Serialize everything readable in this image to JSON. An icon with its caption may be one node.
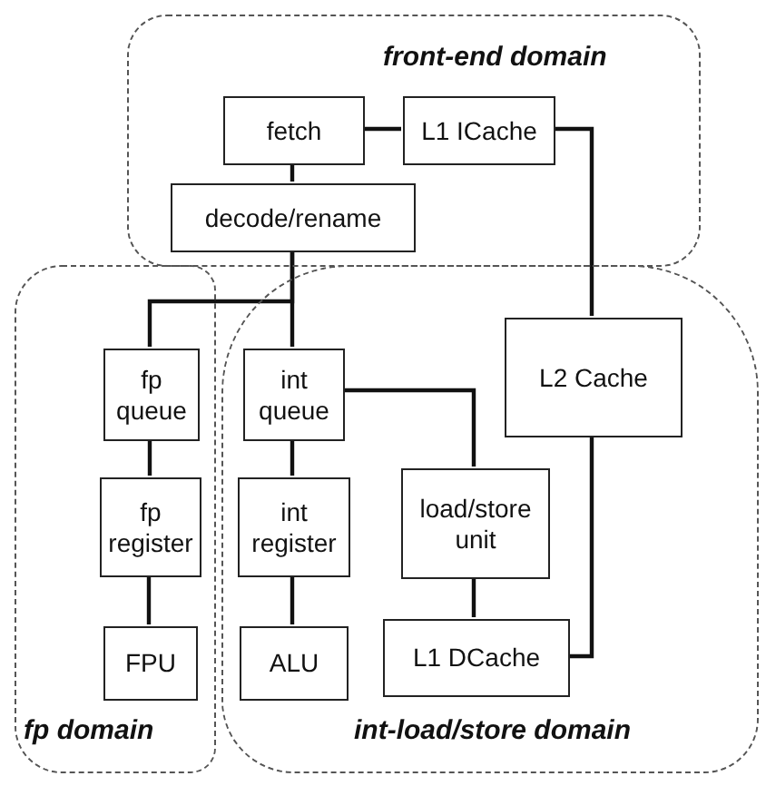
{
  "diagram": {
    "nodes": [
      {
        "text": [
          "front-end domain"
        ]
      },
      {
        "text": [
          "fetch"
        ],
        "in": 0
      },
      {
        "text": [
          "L1 ICache"
        ],
        "in": 0
      },
      {
        "text": [
          "decode/rename"
        ],
        "in": 0
      },
      {
        "text": [
          "fp domain"
        ]
      },
      {
        "text": [
          "fp queue"
        ],
        "in": 4
      },
      {
        "text": [
          "fp register"
        ],
        "in": 4
      },
      {
        "text": [
          "FPU"
        ],
        "in": 4
      },
      {
        "text": [
          "int-load/store domain"
        ]
      },
      {
        "text": [
          "int queue"
        ],
        "in": 8
      },
      {
        "text": [
          "int register"
        ],
        "in": 8
      },
      {
        "text": [
          "ALU"
        ],
        "in": 8
      },
      {
        "text": [
          "L2 Cache"
        ],
        "in": 8
      },
      {
        "text": [
          "load/store unit"
        ],
        "in": 8
      },
      {
        "text": [
          "L1 DCache"
        ],
        "in": 8
      }
    ],
    "edges": [
      {
        "from": 1,
        "to": 2,
        "arrow": "none"
      },
      {
        "from": 1,
        "to": 3,
        "arrow": "none"
      },
      {
        "from": 2,
        "to": 12,
        "arrow": "none"
      },
      {
        "from": 3,
        "to": 5,
        "arrow": "none"
      },
      {
        "from": 3,
        "to": 9,
        "arrow": "none"
      },
      {
        "from": 5,
        "to": 6,
        "arrow": "none"
      },
      {
        "from": 6,
        "to": 7,
        "arrow": "none"
      },
      {
        "from": 9,
        "to": 10,
        "arrow": "none"
      },
      {
        "from": 10,
        "to": 11,
        "arrow": "none"
      },
      {
        "from": 9,
        "to": 13,
        "arrow": "none"
      },
      {
        "from": 13,
        "to": 14,
        "arrow": "none"
      },
      {
        "from": 12,
        "to": 14,
        "arrow": "none"
      }
    ]
  }
}
